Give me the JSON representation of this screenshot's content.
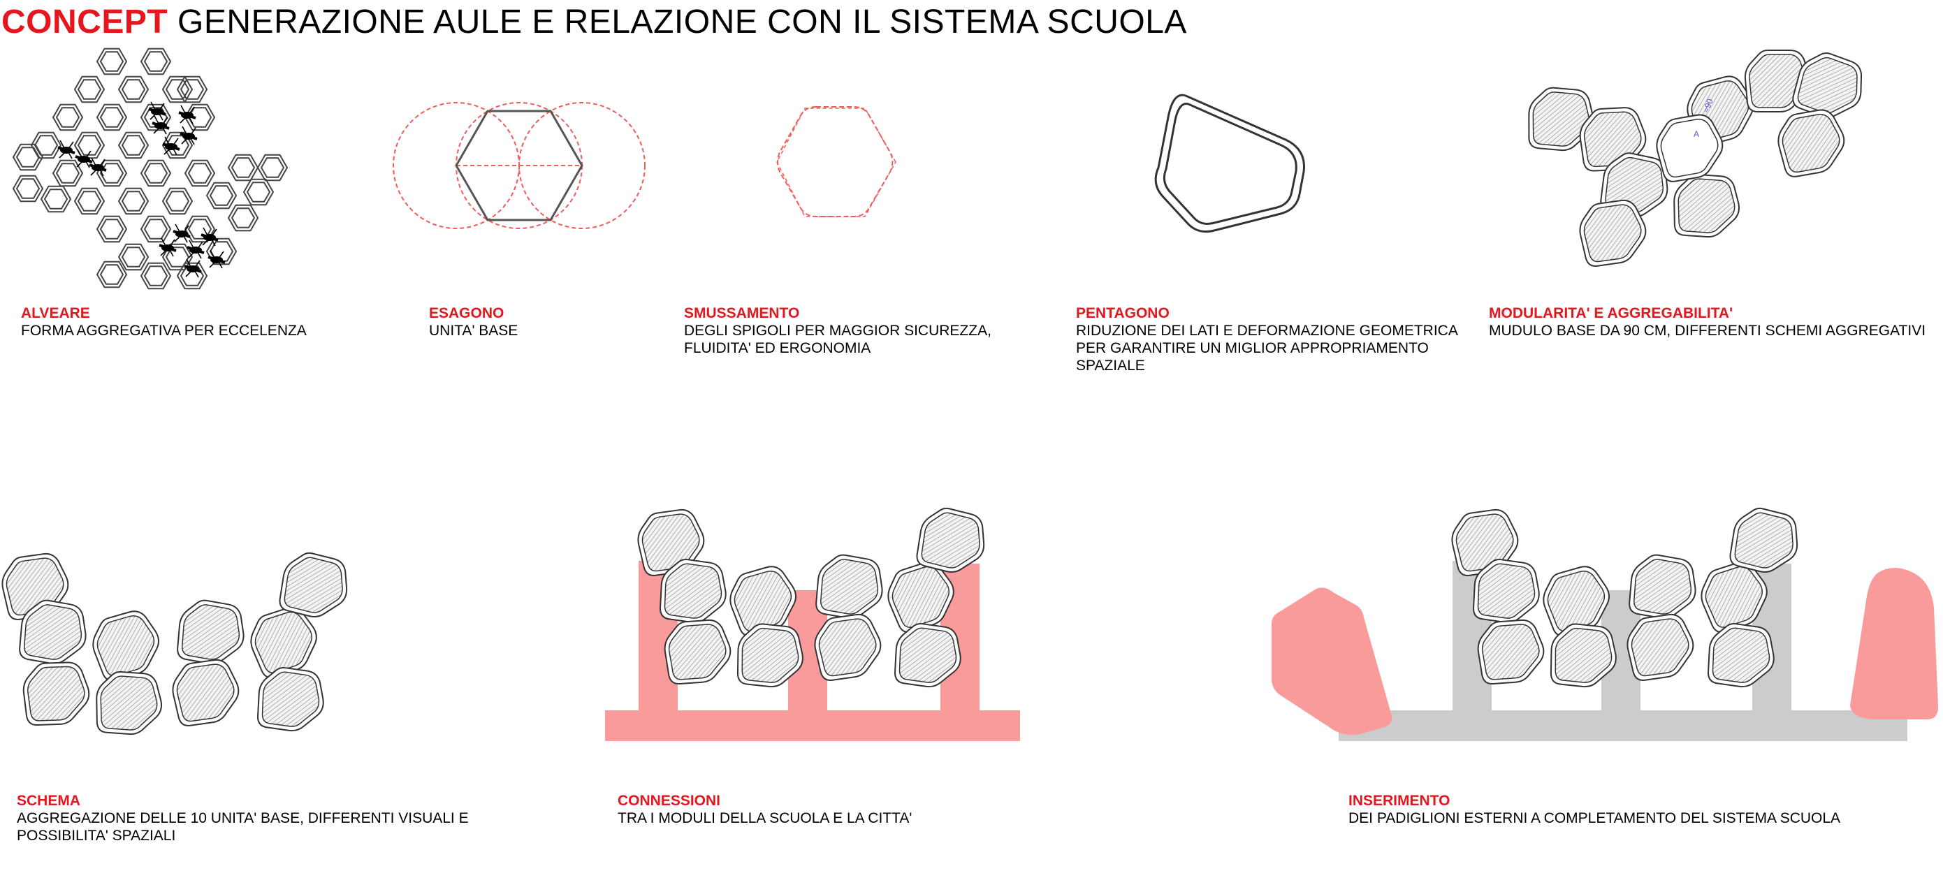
{
  "title": {
    "accent": "CONCEPT",
    "rest": "GENERAZIONE AULE E RELAZIONE CON IL SISTEMA SCUOLA"
  },
  "steps": [
    {
      "title": "ALVEARE",
      "text": "FORMA AGGREGATIVA PER ECCELENZA"
    },
    {
      "title": "ESAGONO",
      "text": "UNITA' BASE"
    },
    {
      "title": "SMUSSAMENTO",
      "text": "DEGLI SPIGOLI PER MAGGIOR SICUREZZA,\nFLUIDITA' ED ERGONOMIA"
    },
    {
      "title": "PENTAGONO",
      "text": "RIDUZIONE DEI LATI E DEFORMAZIONE GEOMETRICA\nPER GARANTIRE UN MIGLIOR APPROPRIAMENTO\nSPAZIALE"
    },
    {
      "title": "MODULARITA' E AGGREGABILITA'",
      "text": "MUDULO BASE DA 90 CM, DIFFERENTI SCHEMI AGGREGATIVI"
    },
    {
      "title": "SCHEMA",
      "text": "AGGREGAZIONE DELLE 10 UNITA' BASE, DIFFERENTI VISUALI E\nPOSSIBILITA' SPAZIALI"
    },
    {
      "title": "CONNESSIONI",
      "text": "TRA I MODULI DELLA SCUOLA E LA CITTA'"
    },
    {
      "title": "INSERIMENTO",
      "text": "DEI PADIGLIONI ESTERNI A COMPLETAMENTO DEL SISTEMA SCUOLA"
    }
  ],
  "colors": {
    "accent": "#e3171d",
    "pink": "#f99b9b",
    "grey_structure": "#cccccc"
  },
  "annotations": {
    "dimension": "≈90",
    "module_mark": "A"
  }
}
